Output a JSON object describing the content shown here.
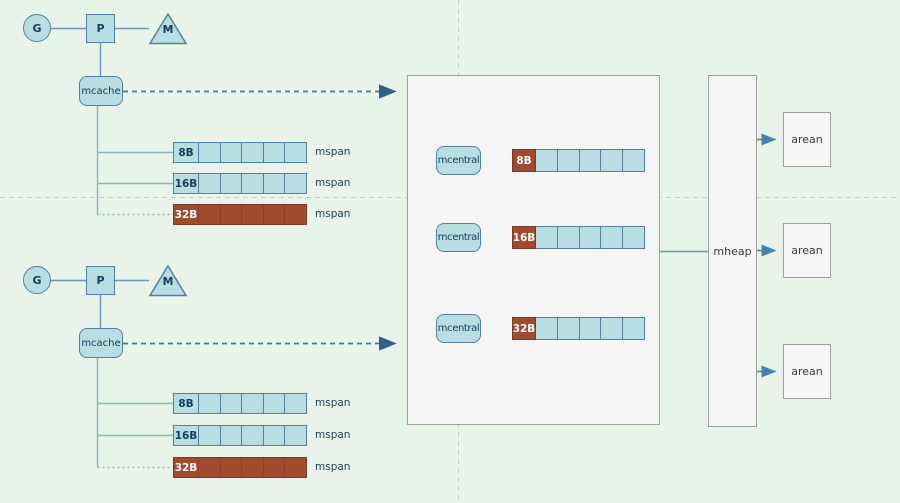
{
  "title": "go-memory-allocator-diagram",
  "groups": [
    {
      "g": "G",
      "p": "P",
      "m": "M",
      "cache": "mcache",
      "rows": [
        {
          "label": "8B",
          "variant": "blue",
          "tag": "mspan"
        },
        {
          "label": "16B",
          "variant": "blue",
          "tag": "mspan"
        },
        {
          "label": "32B",
          "variant": "brown",
          "tag": "mspan"
        }
      ]
    },
    {
      "g": "G",
      "p": "P",
      "m": "M",
      "cache": "mcache",
      "rows": [
        {
          "label": "8B",
          "variant": "blue",
          "tag": "mspan"
        },
        {
          "label": "16B",
          "variant": "blue",
          "tag": "mspan"
        },
        {
          "label": "32B",
          "variant": "brown",
          "tag": "mspan"
        }
      ]
    }
  ],
  "central": {
    "rows": [
      {
        "box": "mcentral",
        "label": "8B"
      },
      {
        "box": "mcentral",
        "label": "16B"
      },
      {
        "box": "mcentral",
        "label": "32B"
      }
    ]
  },
  "heap": {
    "label": "mheap"
  },
  "arenas": [
    {
      "label": "arean"
    },
    {
      "label": "arean"
    },
    {
      "label": "arean"
    }
  ],
  "colors": {
    "background": "#e8f4e9",
    "node_fill": "#b8dde2",
    "node_border": "#54809e",
    "navy_text": "#16405c",
    "brown_fill": "#a04a2e",
    "brown_border": "#7c3a22",
    "gray_fill": "#f5f5f5",
    "gray_border": "#9e9e9e",
    "dashed_arrow": "#44799f",
    "branch_line": "#8fafc4",
    "solid_arrow": "#4582ab",
    "guide_line": "#c9cfc9"
  }
}
